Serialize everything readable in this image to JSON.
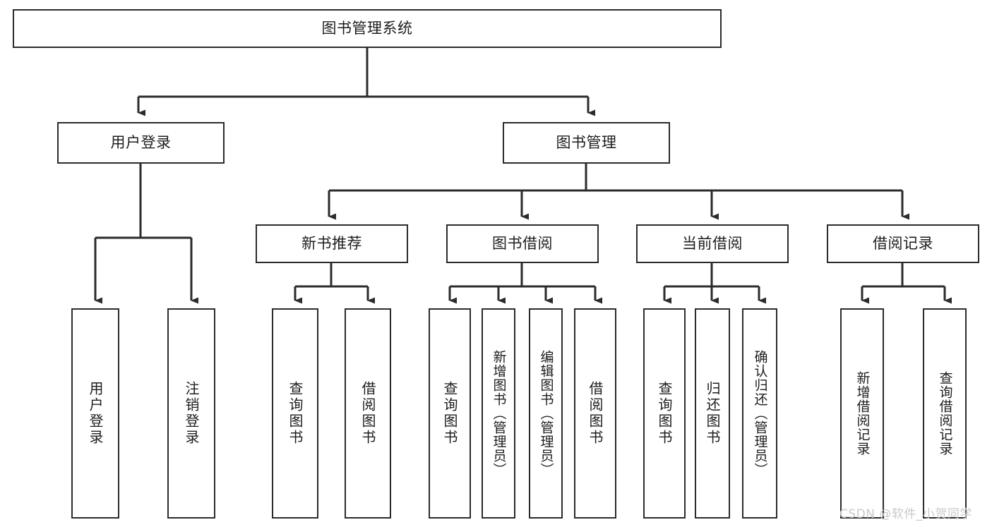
{
  "diagram": {
    "type": "tree",
    "title": "图书管理系统",
    "orientation": "top-down",
    "stroke_color": "#2b2b2b",
    "fill_color": "#ffffff",
    "text_color": "#1d1d1d",
    "levels": 4
  },
  "watermark": {
    "text": "CSDN @软件_小贺同学",
    "color": "#c9c9c9"
  },
  "nodes": {
    "root": {
      "label": "图书管理系统",
      "level": 1
    },
    "user_login": {
      "label": "用户登录",
      "level": 2
    },
    "book_manage": {
      "label": "图书管理",
      "level": 2
    },
    "new_book_rec": {
      "label": "新书推荐",
      "level": 3
    },
    "book_borrow": {
      "label": "图书借阅",
      "level": 3
    },
    "current_borrow": {
      "label": "当前借阅",
      "level": 3
    },
    "borrow_record": {
      "label": "借阅记录",
      "level": 3
    },
    "leaf_user_login": {
      "label": "用户登录",
      "level": 3,
      "parent": "user_login"
    },
    "leaf_logout": {
      "label": "注销登录",
      "level": 3,
      "parent": "user_login"
    },
    "leaf_query_book_1": {
      "label": "查询图书",
      "level": 4,
      "parent": "new_book_rec"
    },
    "leaf_borrow_book_1": {
      "label": "借阅图书",
      "level": 4,
      "parent": "new_book_rec"
    },
    "leaf_query_book_2": {
      "label": "查询图书",
      "level": 4,
      "parent": "book_borrow"
    },
    "leaf_add_book": {
      "label": "新增图书（管理员）",
      "level": 4,
      "parent": "book_borrow"
    },
    "leaf_edit_book": {
      "label": "编辑图书（管理员）",
      "level": 4,
      "parent": "book_borrow"
    },
    "leaf_borrow_book_2": {
      "label": "借阅图书",
      "level": 4,
      "parent": "book_borrow"
    },
    "leaf_query_book_3": {
      "label": "查询图书",
      "level": 4,
      "parent": "current_borrow"
    },
    "leaf_return_book": {
      "label": "归还图书",
      "level": 4,
      "parent": "current_borrow"
    },
    "leaf_confirm_return": {
      "label": "确认归还（管理员）",
      "level": 4,
      "parent": "current_borrow"
    },
    "leaf_add_record": {
      "label": "新增借阅记录",
      "level": 4,
      "parent": "borrow_record"
    },
    "leaf_query_record": {
      "label": "查询借阅记录",
      "level": 4,
      "parent": "borrow_record"
    }
  }
}
